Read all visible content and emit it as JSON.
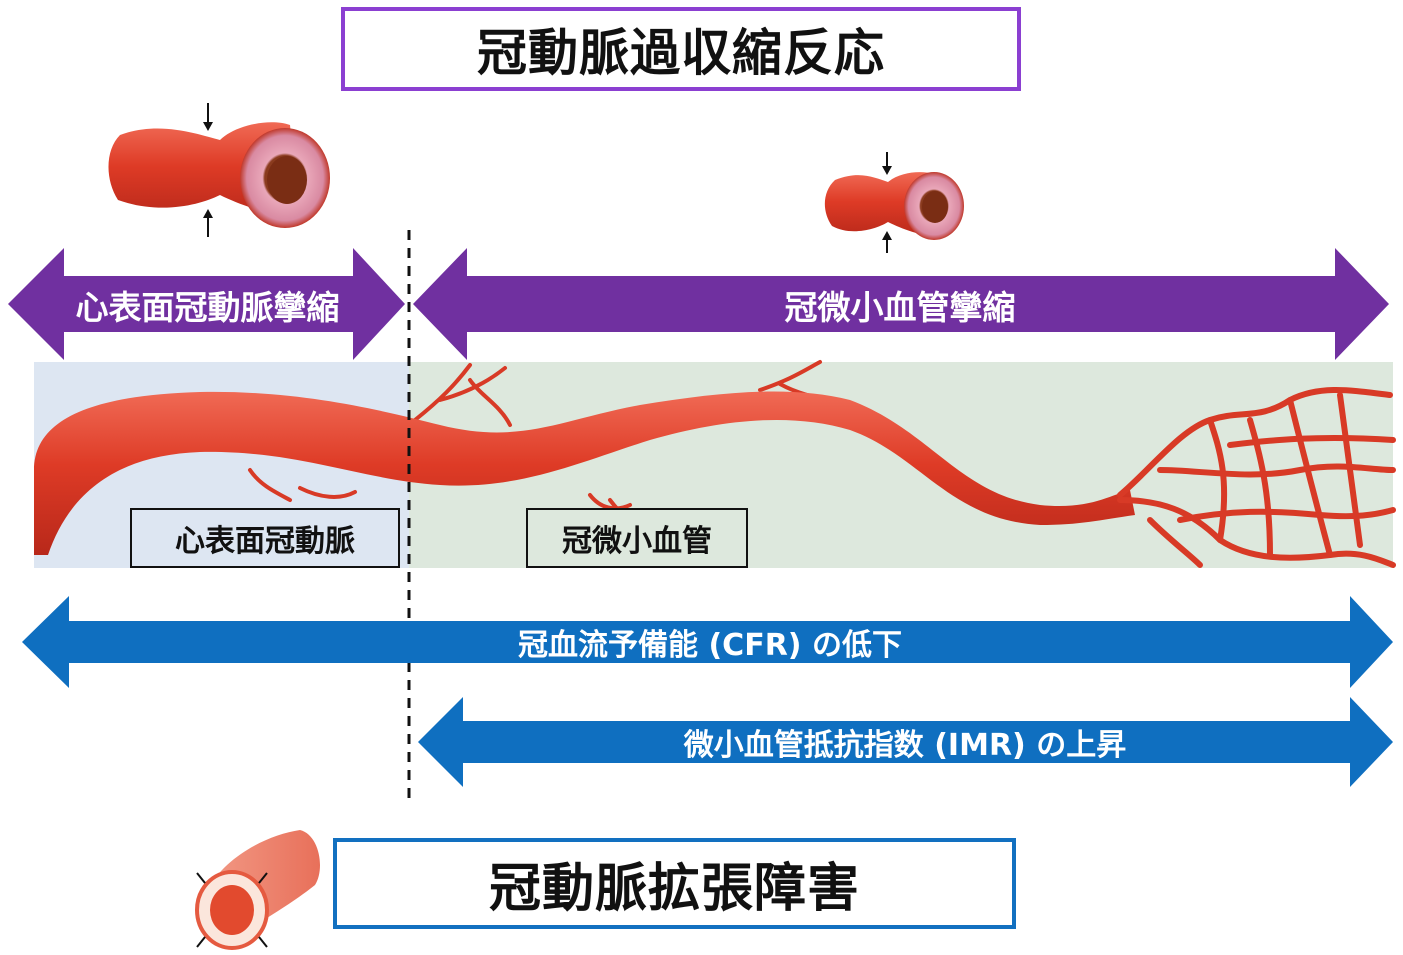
{
  "title": "冠動脈過収縮反応",
  "spasm": {
    "epicardial_label": "心表面冠動脈攣縮",
    "micro_label": "冠微小血管攣縮"
  },
  "vessel_labels": {
    "epicardial": "心表面冠動脈",
    "micro": "冠微小血管"
  },
  "indices": {
    "cfr": "冠血流予備能 (CFR) の低下",
    "imr": "微小血管抵抗指数 (IMR) の上昇"
  },
  "bottom": "冠動脈拡張障害",
  "colors": {
    "purple_arrow": "#7030a0",
    "blue_arrow": "#0f6fc0",
    "title_border": "#8b3fd1",
    "bottom_border": "#1270c0",
    "vessel_red": "#e0412a",
    "epicardial_bg": "#dde6f2",
    "micro_bg": "#dde8dd"
  }
}
